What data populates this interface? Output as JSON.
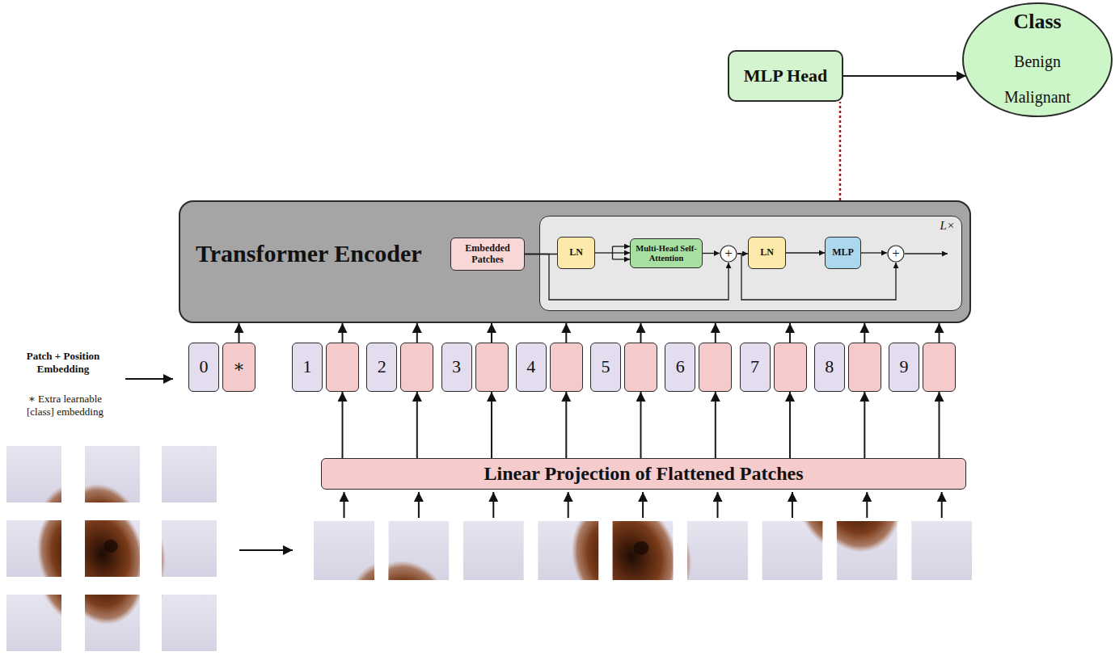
{
  "diagram": {
    "nodes": [
      {
        "text": [
          "Class",
          "Benign",
          "Malignant"
        ]
      },
      {
        "text": [
          "MLP Head"
        ]
      },
      {
        "text": [
          "Transformer Encoder"
        ]
      },
      {
        "text": [
          "Embedded Patches"
        ],
        "in": 2
      },
      {
        "text": [
          "L×"
        ],
        "in": 2
      },
      {
        "text": [
          "LN"
        ],
        "in": 4
      },
      {
        "text": [
          "Multi-Head Self-Attention"
        ],
        "in": 4
      },
      {
        "text": [
          "+"
        ],
        "in": 4
      },
      {
        "text": [
          "LN"
        ],
        "in": 4
      },
      {
        "text": [
          "MLP"
        ],
        "in": 4
      },
      {
        "text": [
          "+"
        ],
        "in": 4
      },
      {
        "text": [
          "0",
          "∗"
        ]
      },
      {
        "text": [
          "1"
        ]
      },
      {
        "text": [
          "2"
        ]
      },
      {
        "text": [
          "3"
        ]
      },
      {
        "text": [
          "4"
        ]
      },
      {
        "text": [
          "5"
        ]
      },
      {
        "text": [
          "6"
        ]
      },
      {
        "text": [
          "7"
        ]
      },
      {
        "text": [
          "8"
        ]
      },
      {
        "text": [
          "9"
        ]
      },
      {
        "text": [
          "Linear Projection of Flattened Patches"
        ]
      }
    ],
    "edges": [
      {
        "from": 1,
        "to": 0,
        "arrow": "to"
      },
      {
        "from": 2,
        "to": 1,
        "arrow": "none"
      },
      {
        "from": 3,
        "to": 5,
        "arrow": "none"
      },
      {
        "from": 5,
        "to": 6,
        "arrow": "to"
      },
      {
        "from": 6,
        "to": 7,
        "arrow": "to"
      },
      {
        "from": 3,
        "to": 7,
        "arrow": "to"
      },
      {
        "from": 7,
        "to": 8,
        "arrow": "to"
      },
      {
        "from": 8,
        "to": 9,
        "arrow": "to"
      },
      {
        "from": 9,
        "to": 10,
        "arrow": "to"
      },
      {
        "from": 7,
        "to": 10,
        "arrow": "to"
      },
      {
        "from": 11,
        "to": 2,
        "arrow": "to"
      },
      {
        "from": 12,
        "to": 2,
        "arrow": "to"
      },
      {
        "from": 13,
        "to": 2,
        "arrow": "to"
      },
      {
        "from": 14,
        "to": 2,
        "arrow": "to"
      },
      {
        "from": 15,
        "to": 2,
        "arrow": "to"
      },
      {
        "from": 16,
        "to": 2,
        "arrow": "to"
      },
      {
        "from": 17,
        "to": 2,
        "arrow": "to"
      },
      {
        "from": 18,
        "to": 2,
        "arrow": "to"
      },
      {
        "from": 19,
        "to": 2,
        "arrow": "to"
      },
      {
        "from": 20,
        "to": 2,
        "arrow": "to"
      },
      {
        "from": 21,
        "to": 12,
        "arrow": "to"
      },
      {
        "from": 21,
        "to": 13,
        "arrow": "to"
      },
      {
        "from": 21,
        "to": 14,
        "arrow": "to"
      },
      {
        "from": 21,
        "to": 15,
        "arrow": "to"
      },
      {
        "from": 21,
        "to": 16,
        "arrow": "to"
      },
      {
        "from": 21,
        "to": 17,
        "arrow": "to"
      },
      {
        "from": 21,
        "to": 18,
        "arrow": "to"
      },
      {
        "from": 21,
        "to": 19,
        "arrow": "to"
      },
      {
        "from": 21,
        "to": 20,
        "arrow": "to"
      }
    ],
    "labels": [
      "Patch + Position Embedding",
      "∗ Extra learnable [class] embedding"
    ]
  }
}
